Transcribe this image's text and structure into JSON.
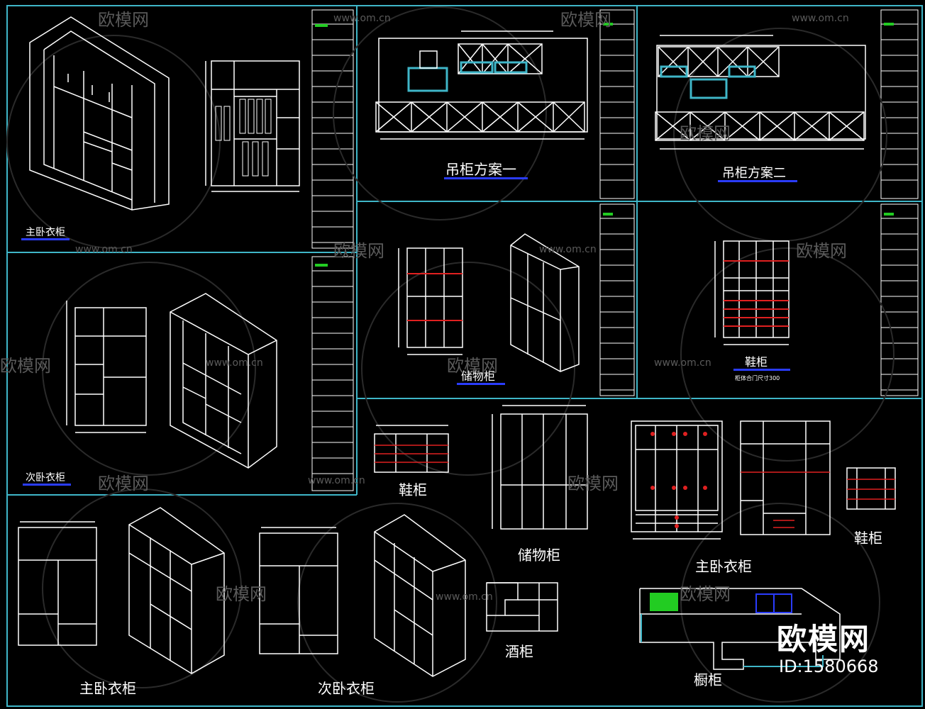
{
  "labels": {
    "master_wardrobe_top": "主卧衣柜",
    "hanging_cabinet_1": "吊柜方案一",
    "hanging_cabinet_2": "吊柜方案二",
    "second_wardrobe_mid": "次卧衣柜",
    "storage_cabinet_mid": "储物柜",
    "shoe_cabinet_mid": "鞋柜",
    "shoe_cabinet_note": "柜体合门尺寸300",
    "shoe_cabinet_small": "鞋柜",
    "storage_cabinet_low": "储物柜",
    "master_wardrobe_right": "主卧衣柜",
    "shoe_cabinet_right": "鞋柜",
    "master_wardrobe_bottom": "主卧衣柜",
    "second_wardrobe_bottom": "次卧衣柜",
    "wine_cabinet": "酒柜",
    "kitchen_cabinet": "橱柜"
  },
  "watermark": {
    "brand_cn": "欧模网",
    "site": "www.om.cn"
  },
  "brand": {
    "name": "欧模网",
    "id": "ID:1580668"
  },
  "colors": {
    "frame": "#3fb6c8",
    "line": "#ffffff",
    "accent_red": "#e02020",
    "accent_green": "#22cc22",
    "accent_blue": "#2a3cff"
  }
}
